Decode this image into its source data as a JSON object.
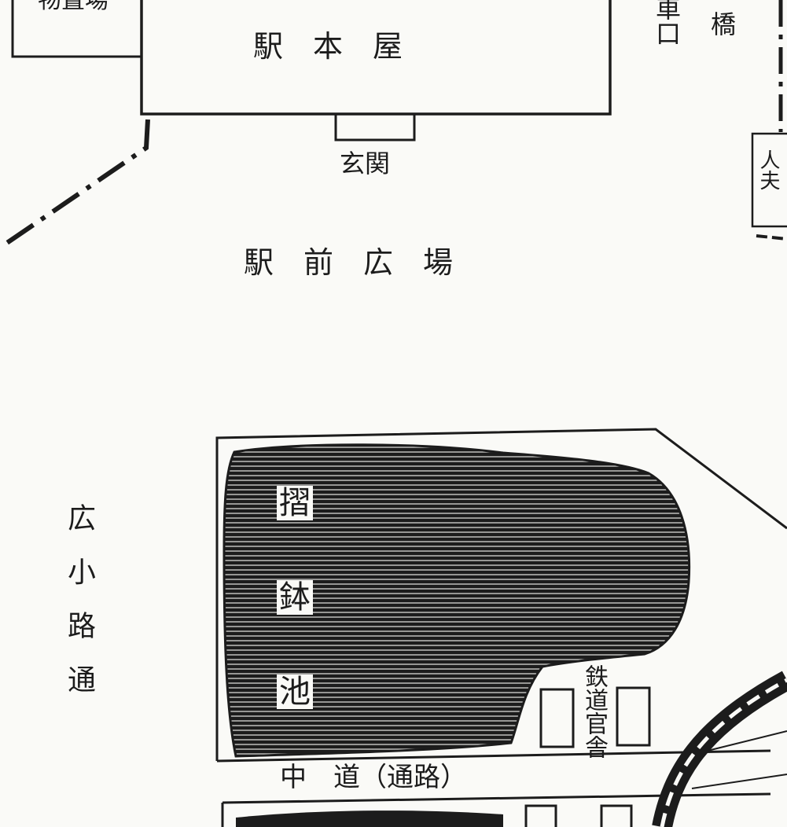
{
  "labels": {
    "station_building": "駅　本　屋",
    "entrance": "玄関",
    "station_plaza": "駅　前　広　場",
    "upper_left_partial": "物置場",
    "right_partial_a": "車口",
    "right_partial_b": "橋",
    "right_box": "人夫",
    "pond_char_1": "摺",
    "pond_char_2": "鉢",
    "pond_char_3": "池",
    "middle_road": "中　道（通路）",
    "official_residence": "鉄道官舎",
    "street_name": "広小路通"
  },
  "colors": {
    "paper": "#fafaf7",
    "ink": "#1c1c1c"
  }
}
